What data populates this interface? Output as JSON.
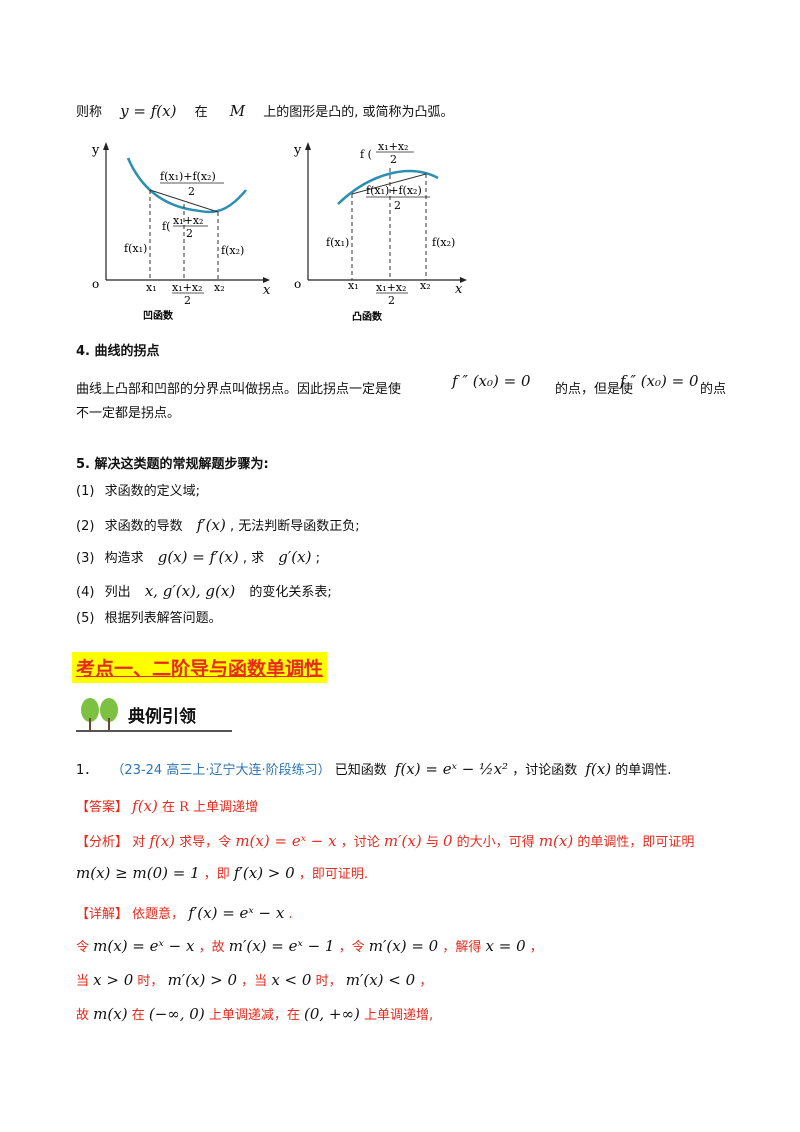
{
  "intro": {
    "prefix": "则称",
    "formula": "y = f(x)",
    "mid": "在",
    "set": "M",
    "suffix": "上的图形是凸的, 或简称为凸弧。"
  },
  "figure_left": {
    "y_axis": "y",
    "x_axis": "x",
    "origin": "o",
    "label_mid_num": "f(x₁)+f(x₂)",
    "label_mid_den": "2",
    "label_f_mid_num": "x₁+x₂",
    "label_f_mid_den": "2",
    "label_f_mid_prefix": "f(",
    "label_fx1": "f(x₁)",
    "label_fx2": "f(x₂)",
    "tick_x1": "x₁",
    "tick_mid_num": "x₁+x₂",
    "tick_mid_den": "2",
    "tick_x2": "x₂",
    "caption": "凹函数"
  },
  "figure_right": {
    "y_axis": "y",
    "x_axis": "x",
    "origin": "o",
    "label_top_prefix": "f (",
    "label_top_num": "x₁+x₂",
    "label_top_den": "2",
    "label_mid_num": "f(x₁)+f(x₂)",
    "label_mid_den": "2",
    "label_fx1": "f(x₁)",
    "label_fx2": "f(x₂)",
    "tick_x1": "x₁",
    "tick_mid_num": "x₁+x₂",
    "tick_mid_den": "2",
    "tick_x2": "x₂",
    "caption": "凸函数"
  },
  "section4": {
    "title": "4.  曲线的拐点",
    "line1_a": "曲线上凸部和凹部的分界点叫做拐点。因此拐点一定是使",
    "formula1": "f ″ (x₀) = 0",
    "line1_b": "的点，但是使",
    "formula2": "f ″ (x₀) = 0",
    "line1_c": "的点",
    "line2": "不一定都是拐点。"
  },
  "section5": {
    "title": "5.  解决这类题的常规解题步骤为:",
    "steps": [
      {
        "num": "(1)",
        "text": "求函数的定义域;"
      },
      {
        "num": "(2)",
        "text_a": "求函数的导数",
        "formula": "f′(x)",
        "text_b": ", 无法判断导函数正负;"
      },
      {
        "num": "(3)",
        "text_a": "构造求",
        "formula": "g(x) = f′(x)",
        "text_b": ", 求",
        "formula2": "g′(x)",
        "text_c": ";"
      },
      {
        "num": "(4)",
        "text_a": "列出",
        "formula": "x, g′(x), g(x)",
        "text_b": "的变化关系表;"
      },
      {
        "num": "(5)",
        "text": "根据列表解答问题。"
      }
    ]
  },
  "topic_heading": "考点一、二阶导与函数单调性",
  "banner_title": "典例引领",
  "problem": {
    "number": "1．",
    "source": "（23-24 高三上·辽宁大连·阶段练习）",
    "text_a": "已知函数",
    "formula": "f(x) = eˣ − ½x²",
    "text_b": "，讨论函数",
    "formula2": "f(x)",
    "text_c": "的单调性."
  },
  "answer": {
    "tag": "【答案】",
    "formula": "f(x)",
    "text_a": "在",
    "set": "R",
    "text_b": "上单调递增"
  },
  "analysis": {
    "tag": "【分析】",
    "line1_a": "对",
    "f1": "f(x)",
    "line1_b": "求导，令",
    "f2": "m(x) = eˣ − x",
    "line1_c": "，讨论",
    "f3": "m′(x)",
    "line1_d": "与",
    "f4": "0",
    "line1_e": "的大小，可得",
    "f5": "m(x)",
    "line1_f": "的单调性，即可证明",
    "f6": "m(x) ≥ m(0) = 1",
    "line2_a": "，即",
    "f7": "f′(x) > 0",
    "line2_b": "，即可证明."
  },
  "detail": {
    "tag": "【详解】",
    "line1_a": "依题意，",
    "f1": "f′(x) = eˣ − x",
    "line1_b": ".",
    "line2_a": "令",
    "f2": "m(x) = eˣ − x",
    "line2_b": "，故",
    "f3": "m′(x) = eˣ − 1",
    "line2_c": "，令",
    "f4": "m′(x) = 0",
    "line2_d": "，解得",
    "f5": "x = 0",
    "line2_e": "，",
    "line3_a": "当",
    "f6": "x > 0",
    "line3_b": "时，",
    "f7": "m′(x) > 0",
    "line3_c": "，当",
    "f8": "x < 0",
    "line3_d": "时，",
    "f9": "m′(x) < 0",
    "line3_e": "，",
    "line4_a": "故",
    "f10": "m(x)",
    "line4_b": "在",
    "f11": "(−∞, 0)",
    "line4_c": "上单调递减，在",
    "f12": "(0, +∞)",
    "line4_d": "上单调递增,"
  },
  "colors": {
    "red": "#e8291c",
    "blue": "#2e74b5",
    "highlight": "#ffff00",
    "curve": "#2a8fb0",
    "banner_green": "#7cc142"
  }
}
